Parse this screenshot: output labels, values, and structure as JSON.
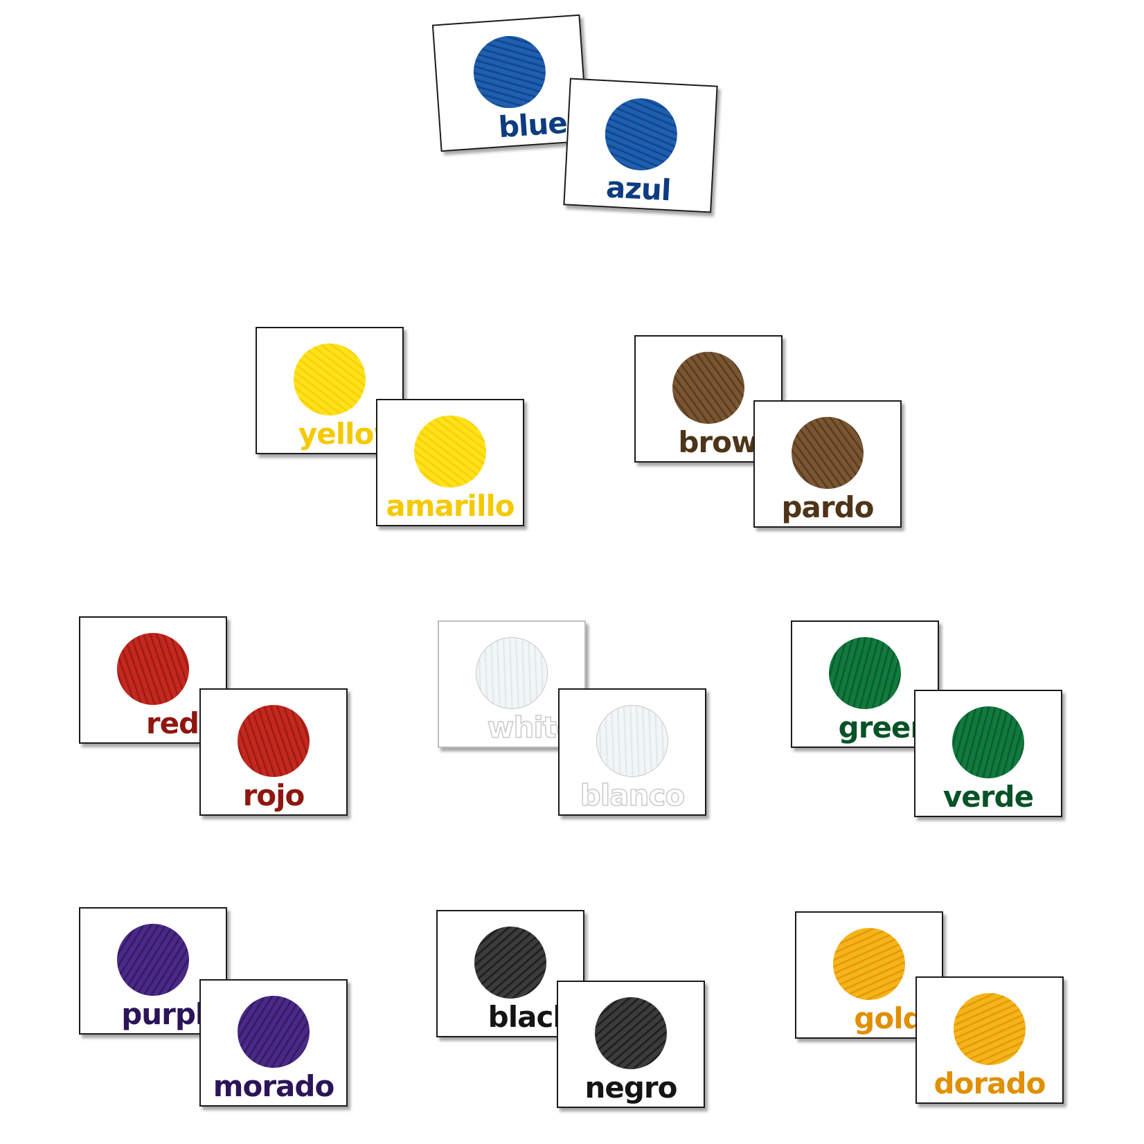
{
  "pairs": [
    {
      "id": "blue",
      "english": "blue",
      "spanish": "azul",
      "color": "#1f5fb0",
      "dark": "#0d3c80"
    },
    {
      "id": "yellow",
      "english": "yellow",
      "spanish": "amarillo",
      "color": "#ffe21a",
      "dark": "#f5c900"
    },
    {
      "id": "brown",
      "english": "brown",
      "spanish": "pardo",
      "color": "#7a5632",
      "dark": "#4e3418"
    },
    {
      "id": "red",
      "english": "red",
      "spanish": "rojo",
      "color": "#c4281e",
      "dark": "#8f1710"
    },
    {
      "id": "white",
      "english": "white",
      "spanish": "blanco",
      "color": "#f2f6f6",
      "dark": "#dfe6e6"
    },
    {
      "id": "green",
      "english": "green",
      "spanish": "verde",
      "color": "#117a3e",
      "dark": "#075227"
    },
    {
      "id": "purple",
      "english": "purple",
      "spanish": "morado",
      "color": "#4a2a86",
      "dark": "#2c1459"
    },
    {
      "id": "black",
      "english": "black",
      "spanish": "negro",
      "color": "#3c3c3c",
      "dark": "#141414"
    },
    {
      "id": "gold",
      "english": "gold",
      "spanish": "dorado",
      "color": "#f4b51a",
      "dark": "#e08f00"
    }
  ]
}
